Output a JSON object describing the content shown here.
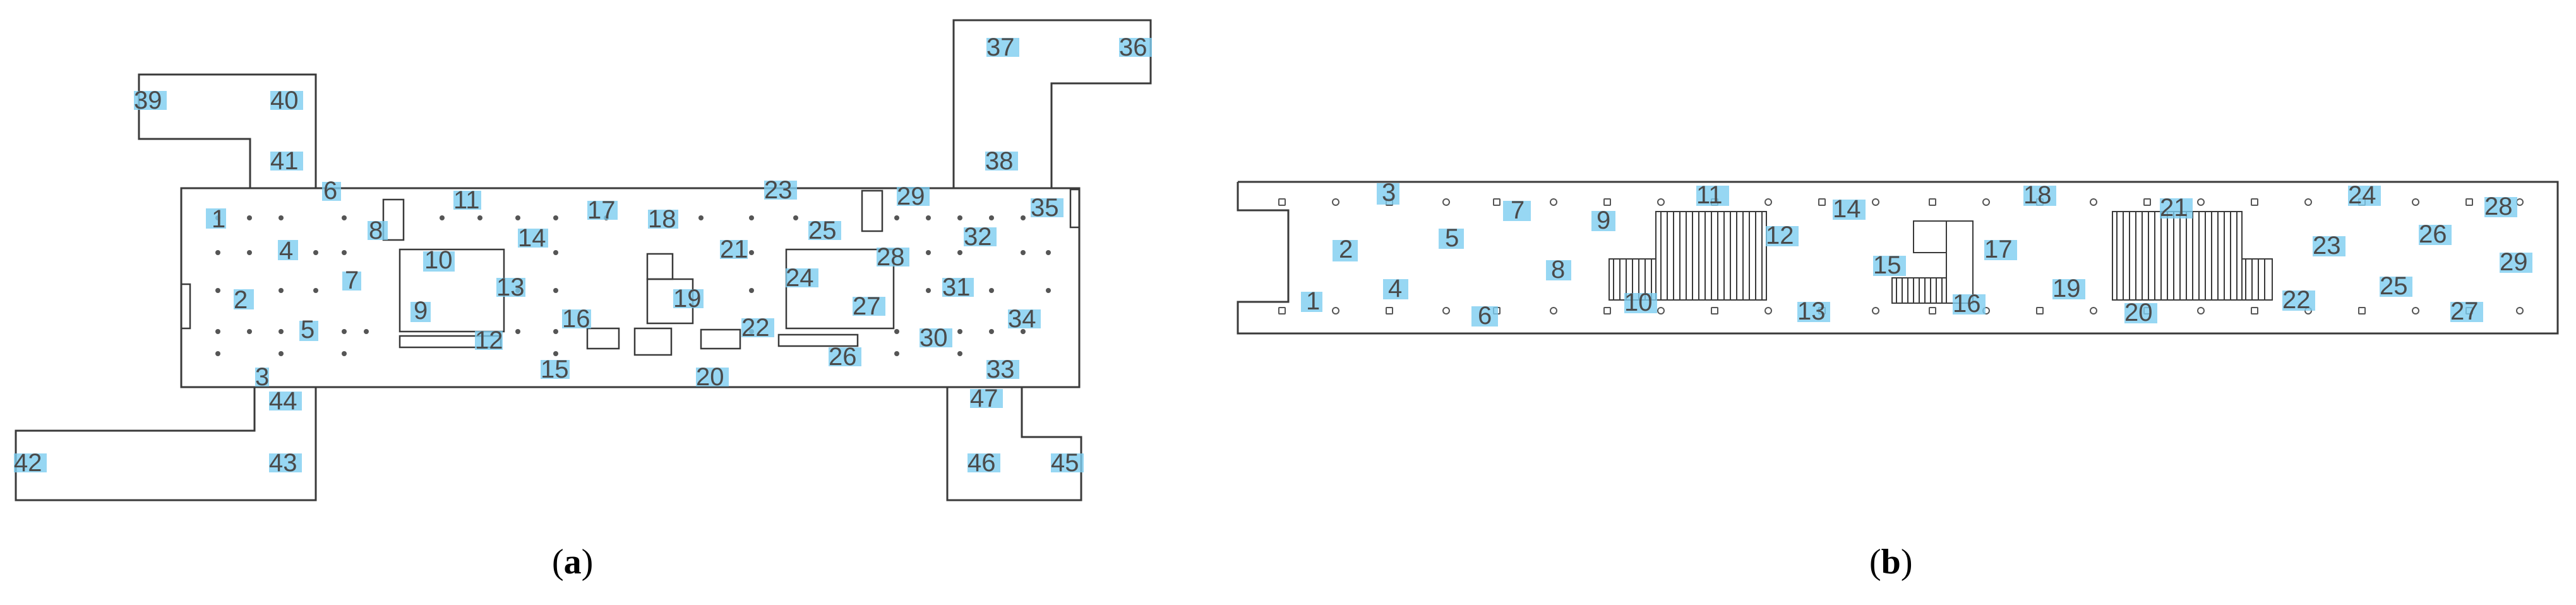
{
  "colors": {
    "label_bg": "#7dcdf0",
    "label_text": "#4a4a4a",
    "wall": "#3a3a3a"
  },
  "panel_a": {
    "caption_letter": "a",
    "labels": [
      "1",
      "2",
      "3",
      "4",
      "5",
      "6",
      "7",
      "8",
      "9",
      "10",
      "11",
      "12",
      "13",
      "14",
      "15",
      "16",
      "17",
      "18",
      "19",
      "20",
      "21",
      "22",
      "23",
      "24",
      "25",
      "26",
      "27",
      "28",
      "29",
      "30",
      "31",
      "32",
      "33",
      "34",
      "35",
      "36",
      "37",
      "38",
      "39",
      "40",
      "41",
      "42",
      "43",
      "44",
      "45",
      "46",
      "47"
    ]
  },
  "panel_b": {
    "caption_letter": "b",
    "labels": [
      "1",
      "2",
      "3",
      "4",
      "5",
      "6",
      "7",
      "8",
      "9",
      "10",
      "11",
      "12",
      "13",
      "14",
      "15",
      "16",
      "17",
      "18",
      "19",
      "20",
      "21",
      "22",
      "23",
      "24",
      "25",
      "26",
      "27",
      "28",
      "29"
    ]
  }
}
